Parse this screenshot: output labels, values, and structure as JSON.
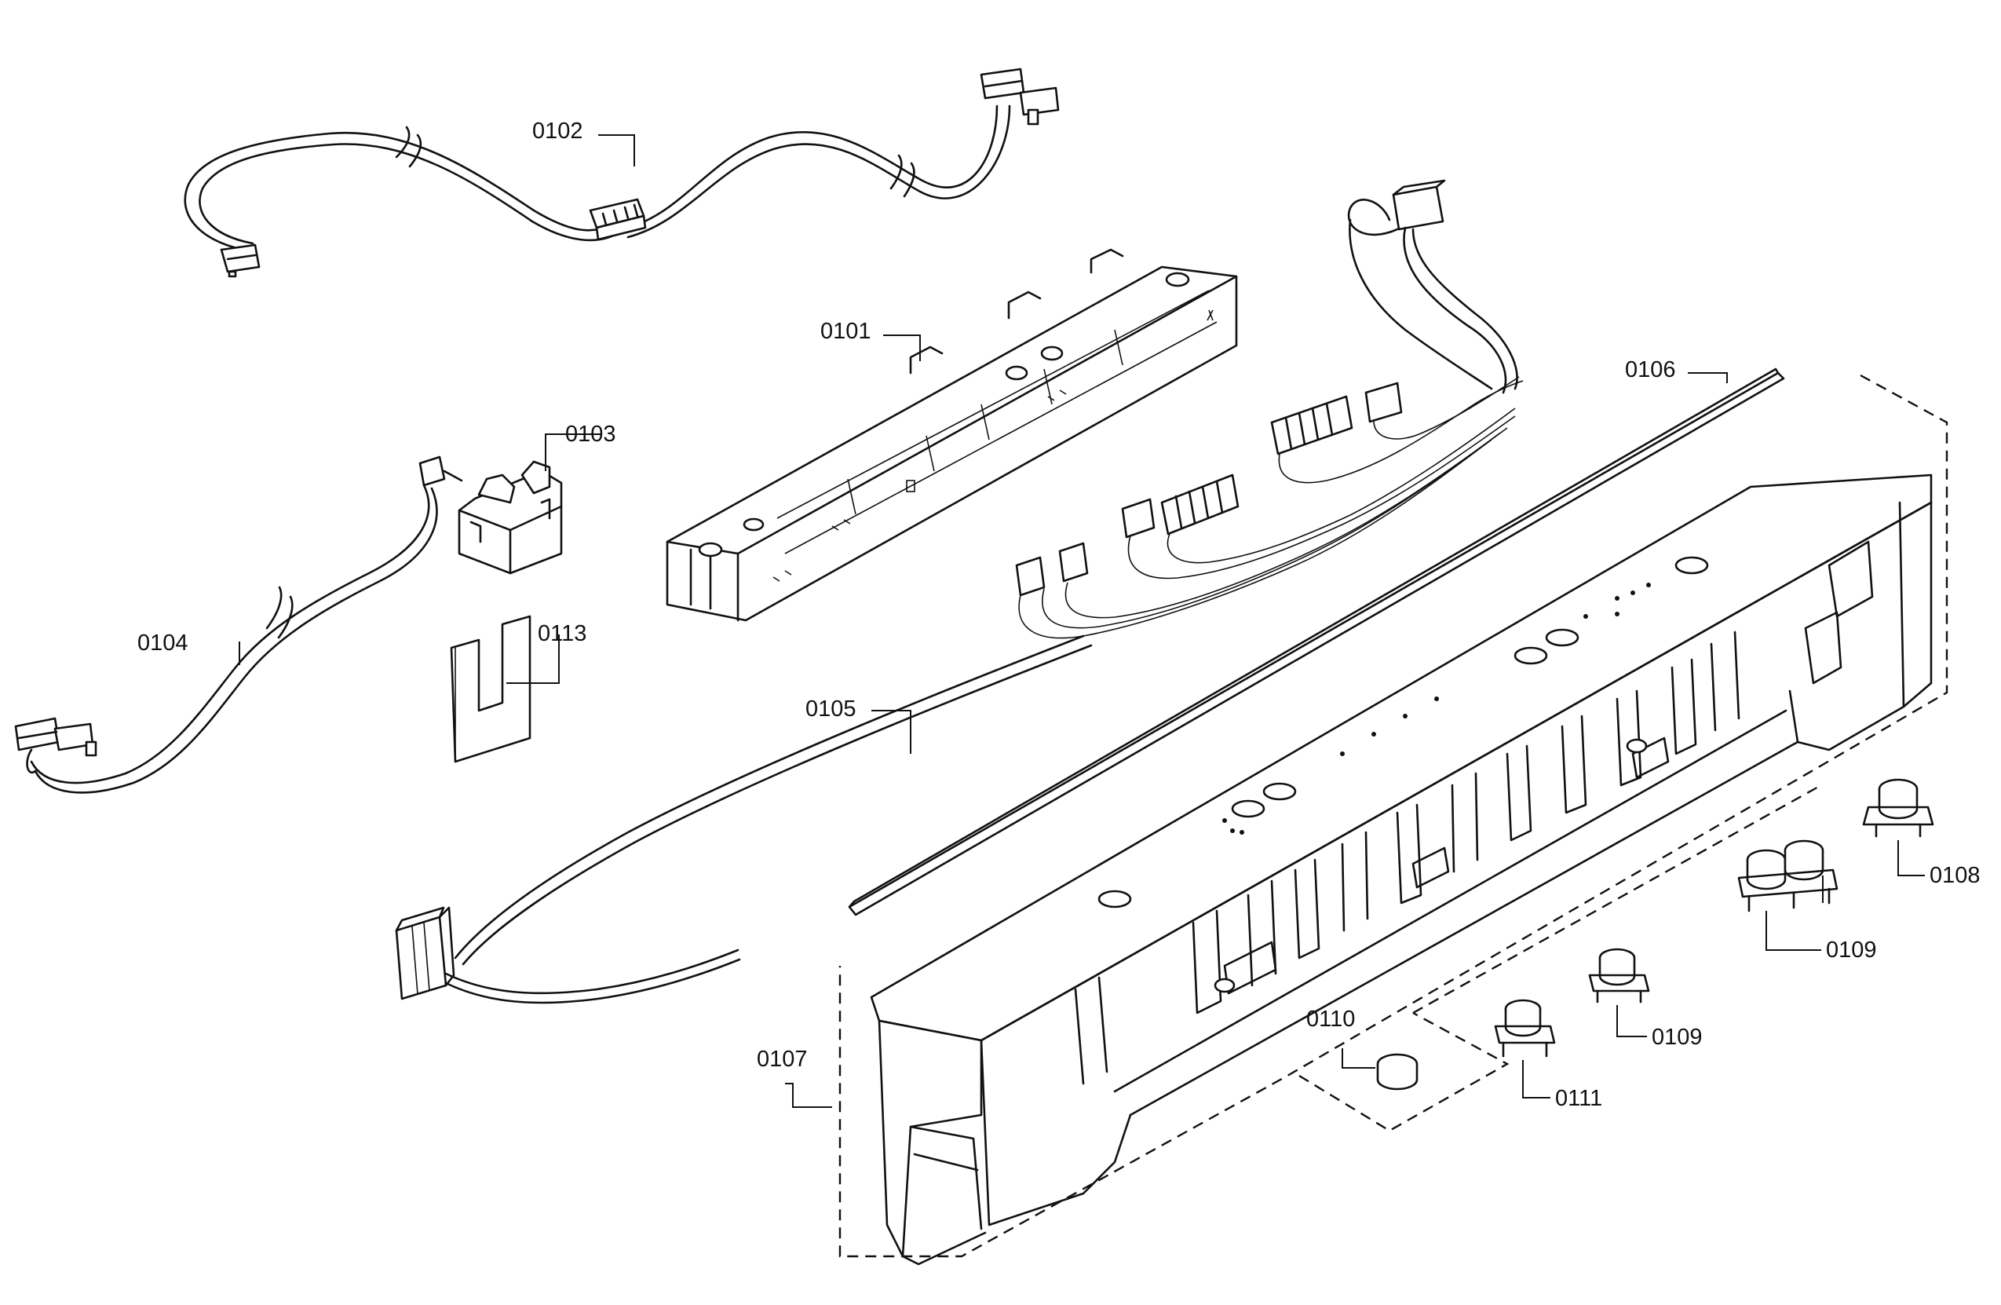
{
  "diagram": {
    "labels": {
      "p0101": "0101",
      "p0102": "0102",
      "p0103": "0103",
      "p0104": "0104",
      "p0105": "0105",
      "p0106": "0106",
      "p0107": "0107",
      "p0108": "0108",
      "p0109a": "0109",
      "p0109b": "0109",
      "p0110": "0110",
      "p0111": "0111",
      "p0113": "0113"
    }
  }
}
